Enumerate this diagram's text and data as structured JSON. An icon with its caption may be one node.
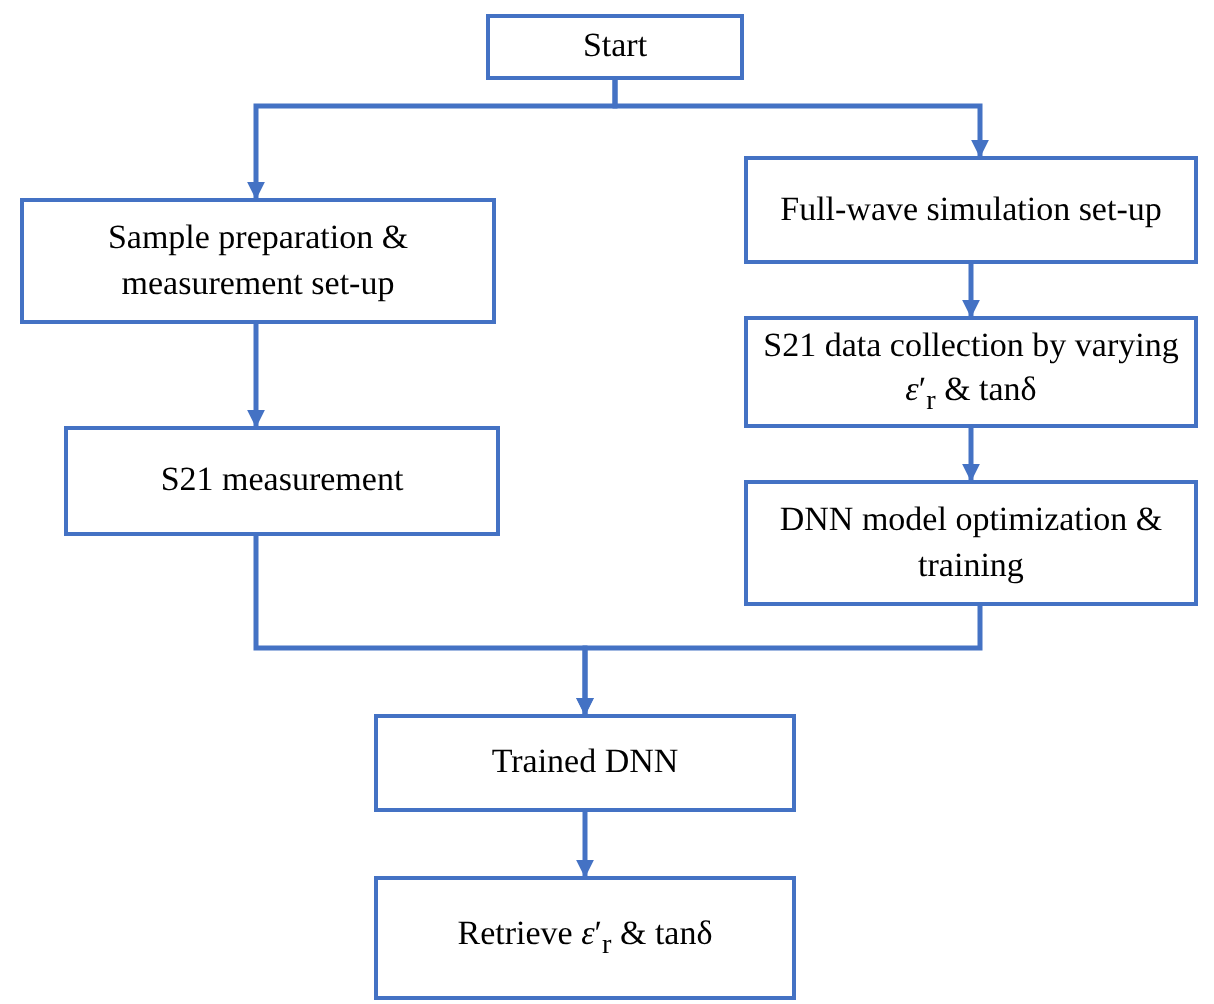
{
  "diagram": {
    "nodes": [
      {
        "text": [
          "Start"
        ]
      },
      {
        "text": [
          "Sample preparation & measurement set-up"
        ]
      },
      {
        "text": [
          "Full-wave simulation set-up"
        ]
      },
      {
        "text": [
          "S21 data collection by varying *ε*′$_{r}$ & tanδ"
        ]
      },
      {
        "text": [
          "DNN model optimization & training"
        ]
      },
      {
        "text": [
          "S21 measurement"
        ]
      },
      {
        "text": [
          "Trained DNN"
        ]
      },
      {
        "text": [
          "Retrieve *ε*′$_{r}$ & tanδ"
        ]
      }
    ],
    "edges": [
      {
        "from": 0,
        "to": 1,
        "arrow": "to"
      },
      {
        "from": 0,
        "to": 2,
        "arrow": "to"
      },
      {
        "from": 1,
        "to": 5,
        "arrow": "to"
      },
      {
        "from": 2,
        "to": 3,
        "arrow": "to"
      },
      {
        "from": 3,
        "to": 4,
        "arrow": "to"
      },
      {
        "from": 5,
        "to": 6,
        "arrow": "to"
      },
      {
        "from": 4,
        "to": 6,
        "arrow": "to"
      },
      {
        "from": 6,
        "to": 7,
        "arrow": "to"
      }
    ]
  }
}
